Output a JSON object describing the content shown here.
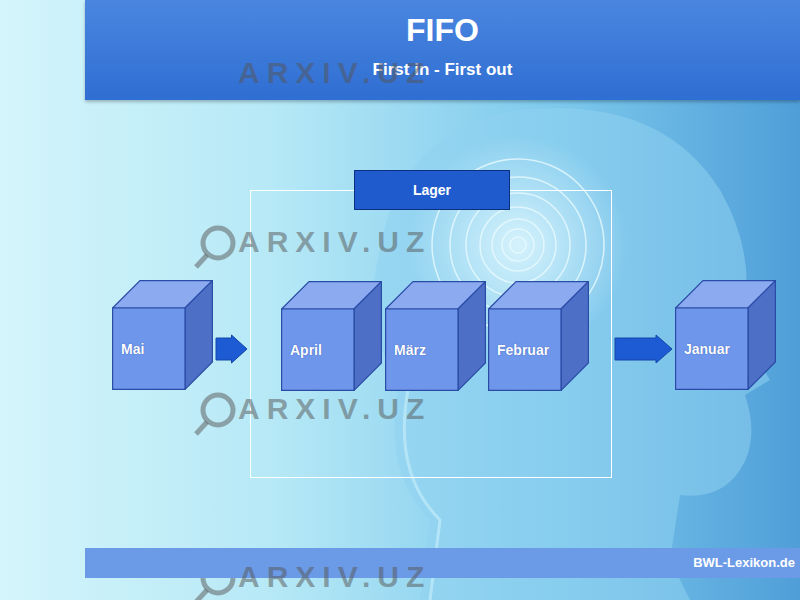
{
  "diagram": {
    "title": "FIFO",
    "nodes": [
      {
        "text": [
          "Mai"
        ]
      },
      {
        "text": [
          "Lager"
        ]
      },
      {
        "text": [
          "April"
        ],
        "in": 1
      },
      {
        "text": [
          "März"
        ],
        "in": 1
      },
      {
        "text": [
          "Februar"
        ],
        "in": 1
      },
      {
        "text": [
          "Januar"
        ]
      }
    ],
    "edges": [
      {
        "from": 0,
        "to": 1,
        "arrow": "to"
      },
      {
        "from": 1,
        "to": 5,
        "arrow": "to"
      }
    ],
    "labels": [
      "First in - First out",
      "ARXIV.UZ",
      "ARXIV.UZ",
      "ARXIV.UZ",
      "ARXIV.UZ",
      "BWL-Lexikon.de"
    ]
  }
}
